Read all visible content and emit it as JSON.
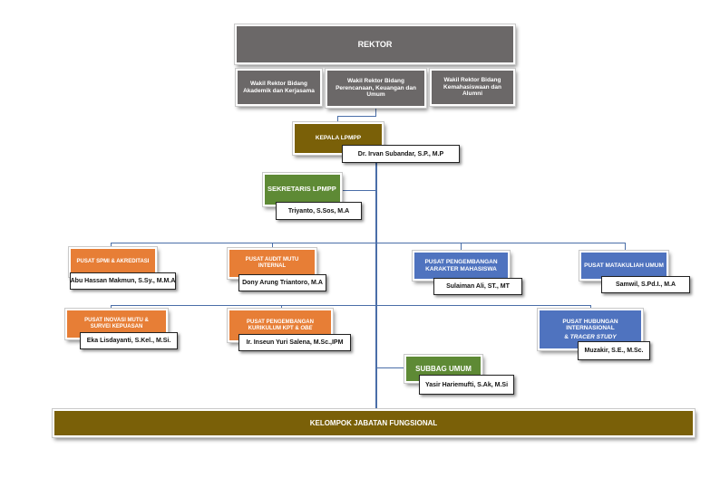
{
  "top": {
    "title": "REKTOR",
    "wakil": [
      "Wakil Rektor Bidang Akademik dan Kerjasama",
      "Wakil Rektor Bidang Perencanaan, Keuangan dan Umum",
      "Wakil Rektor Bidang Kemahasiswaan dan Alumni"
    ]
  },
  "kepala": {
    "title": "KEPALA LPMPP",
    "person": "Dr. Irvan Subandar, S.P., M.P"
  },
  "sekretaris": {
    "title": "SEKRETARIS LPMPP",
    "person": "Triyanto, S.Sos, M.A"
  },
  "units": {
    "spmi": {
      "title": "PUSAT SPMI & AKREDITASI",
      "person": "Abu Hassan Makmun, S.Sy., M.M.A"
    },
    "audit": {
      "title": "PUSAT AUDIT MUTU INTERNAL",
      "person": "Dony Arung Triantoro, M.A"
    },
    "karakter": {
      "title": "PUSAT PENGEMBANGAN KARAKTER MAHASISWA",
      "person": "Sulaiman Ali, ST., MT"
    },
    "matkul": {
      "title": "PUSAT MATAKULIAH UMUM",
      "person": "Samwil, S.Pd.I., M.A"
    },
    "inovasi": {
      "title": "PUSAT INOVASI MUTU & SURVEI KEPUASAN",
      "person": "Eka Lisdayanti, S.Kel., M.Si."
    },
    "kurikulum": {
      "title_main": "PUSAT PENGEMBANGAN KURIKULUM KPT & ",
      "title_em": "OBE",
      "person": "Ir. Inseun Yuri Salena, M.Sc.,IPM"
    },
    "hubungan": {
      "title_main": "PUSAT HUBUNGAN INTERNASIONAL",
      "title_amp": "& ",
      "title_em": "TRACER STUDY",
      "person": "Muzakir, S.E., M.Sc."
    }
  },
  "subbag": {
    "title": "SUBBAG UMUM",
    "person": "Yasir Hariemufti, S.Ak, M.Si"
  },
  "footer": {
    "title": "KELOMPOK JABATAN FUNGSIONAL"
  },
  "colors": {
    "top": "#6b6868",
    "kepala": "#7a6008",
    "sekretaris": "#5e8a35",
    "orange": "#e77e36",
    "blue": "#4f73bf",
    "footer": "#7a6008",
    "connector": "#4a6ea8"
  }
}
